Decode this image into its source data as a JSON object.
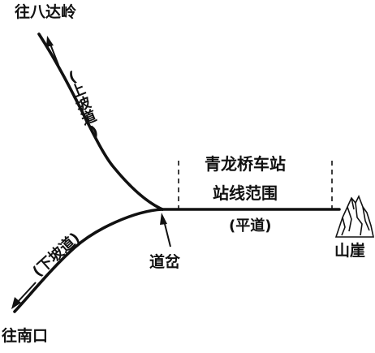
{
  "labels": {
    "to_badaling": "往八达岭",
    "to_nankou": "往南口",
    "uphill": [
      "(",
      "上",
      "坡",
      "道",
      ")"
    ],
    "downhill": "(下坡道)",
    "flat": "(平道)",
    "station_line1": "青龙桥车站",
    "station_line2": "站线范围",
    "fork": "道岔",
    "cliff": "山崖"
  },
  "colors": {
    "ink": "#111111"
  }
}
